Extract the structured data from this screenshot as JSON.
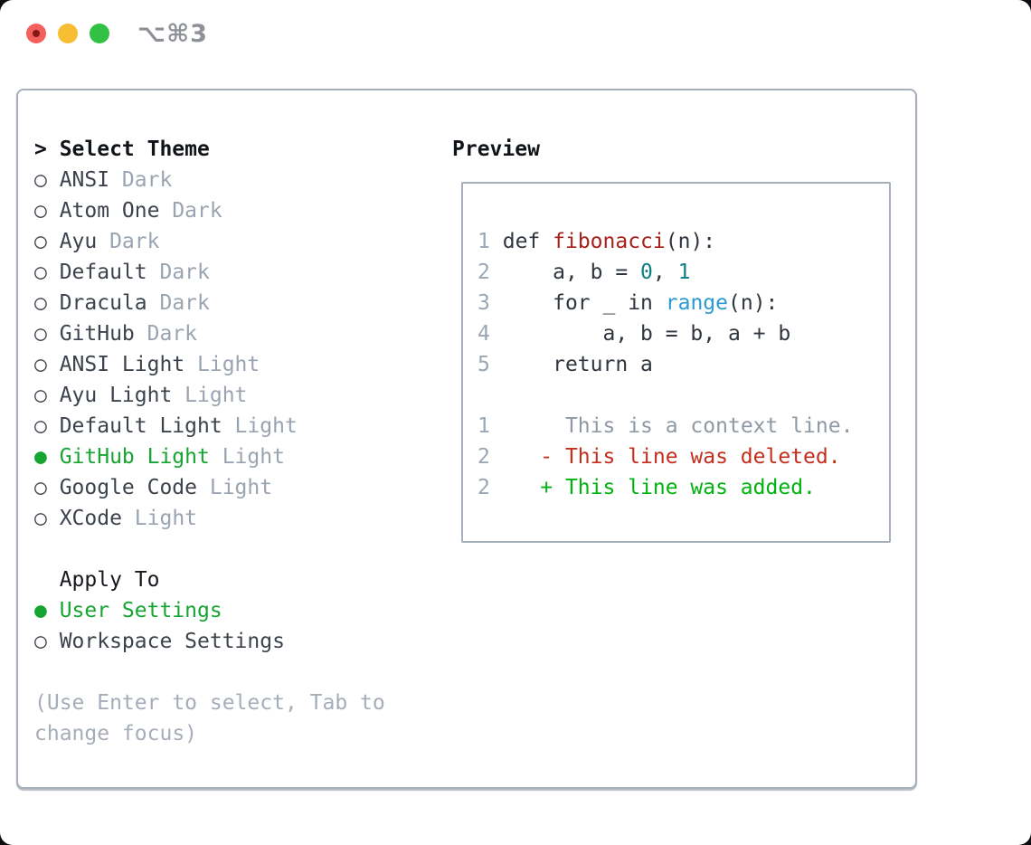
{
  "titlebar": {
    "shortcut": "⌥⌘3",
    "buttons": {
      "close": "close-button",
      "minimize": "minimize-button",
      "zoom": "zoom-button"
    }
  },
  "colors": {
    "selection_green": "#16a532",
    "added_green": "#00b30e",
    "deleted_red": "#c42e1d",
    "function_red": "#a8201a",
    "number_teal": "#0c7f84",
    "builtin_blue": "#2a9ad2",
    "border_gray": "#a6afba",
    "muted_gray": "#9aa4b1",
    "traffic_red": "#f3605c",
    "traffic_yellow": "#f7bd33",
    "traffic_green": "#32c144"
  },
  "theme_panel": {
    "radio_selected": "●",
    "radio_unselected": "○",
    "header": {
      "marker": ">",
      "label": "Select Theme"
    },
    "themes": [
      {
        "name": "ANSI",
        "variant": "Dark",
        "selected": false
      },
      {
        "name": "Atom One",
        "variant": "Dark",
        "selected": false
      },
      {
        "name": "Ayu",
        "variant": "Dark",
        "selected": false
      },
      {
        "name": "Default",
        "variant": "Dark",
        "selected": false
      },
      {
        "name": "Dracula",
        "variant": "Dark",
        "selected": false
      },
      {
        "name": "GitHub",
        "variant": "Dark",
        "selected": false
      },
      {
        "name": "ANSI Light",
        "variant": "Light",
        "selected": false
      },
      {
        "name": "Ayu Light",
        "variant": "Light",
        "selected": false
      },
      {
        "name": "Default Light",
        "variant": "Light",
        "selected": false
      },
      {
        "name": "GitHub Light",
        "variant": "Light",
        "selected": true
      },
      {
        "name": "Google Code",
        "variant": "Light",
        "selected": false
      },
      {
        "name": "XCode",
        "variant": "Light",
        "selected": false
      }
    ],
    "apply_to": {
      "label": "Apply To",
      "options": [
        {
          "name": "User Settings",
          "selected": true
        },
        {
          "name": "Workspace Settings",
          "selected": false
        }
      ]
    },
    "hint_lines": [
      "(Use Enter to select, Tab to",
      "change focus)"
    ]
  },
  "preview": {
    "heading": "Preview",
    "code_lines": [
      {
        "segments": [
          {
            "t": "1",
            "c": "ln"
          },
          {
            "t": " ",
            "c": "code"
          },
          {
            "t": "def",
            "c": "kw"
          },
          {
            "t": " ",
            "c": "code"
          },
          {
            "t": "fibonacci",
            "c": "fn"
          },
          {
            "t": "(n):",
            "c": "code"
          }
        ]
      },
      {
        "segments": [
          {
            "t": "2",
            "c": "ln"
          },
          {
            "t": "     a, b = ",
            "c": "code"
          },
          {
            "t": "0",
            "c": "num"
          },
          {
            "t": ", ",
            "c": "code"
          },
          {
            "t": "1",
            "c": "num"
          }
        ]
      },
      {
        "segments": [
          {
            "t": "3",
            "c": "ln"
          },
          {
            "t": "     ",
            "c": "code"
          },
          {
            "t": "for",
            "c": "kw"
          },
          {
            "t": " _ ",
            "c": "code"
          },
          {
            "t": "in",
            "c": "kw"
          },
          {
            "t": " ",
            "c": "code"
          },
          {
            "t": "range",
            "c": "builtin"
          },
          {
            "t": "(n):",
            "c": "code"
          }
        ]
      },
      {
        "segments": [
          {
            "t": "4",
            "c": "ln"
          },
          {
            "t": "         a, b = b, a + b",
            "c": "code"
          }
        ]
      },
      {
        "segments": [
          {
            "t": "5",
            "c": "ln"
          },
          {
            "t": "     ",
            "c": "code"
          },
          {
            "t": "return",
            "c": "kw"
          },
          {
            "t": " a",
            "c": "code"
          }
        ]
      },
      {
        "segments": []
      },
      {
        "segments": [
          {
            "t": "1",
            "c": "ln"
          },
          {
            "t": "      ",
            "c": "ctx"
          },
          {
            "t": "This is a context line.",
            "c": "ctx"
          }
        ]
      },
      {
        "segments": [
          {
            "t": "2",
            "c": "ln"
          },
          {
            "t": "    ",
            "c": "code"
          },
          {
            "t": "- This line was deleted.",
            "c": "del"
          }
        ]
      },
      {
        "segments": [
          {
            "t": "2",
            "c": "ln"
          },
          {
            "t": "    ",
            "c": "code"
          },
          {
            "t": "+ This line was added.",
            "c": "add"
          }
        ]
      }
    ]
  }
}
